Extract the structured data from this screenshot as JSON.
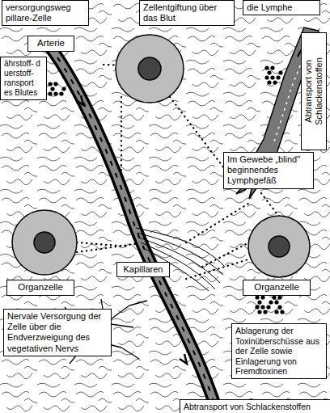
{
  "diagram": {
    "nodes": [
      {
        "text": [
          "versorgungsweg pillare-Zelle"
        ]
      },
      {
        "text": [
          "Zellentgiftung über das Blut"
        ]
      },
      {
        "text": [
          "die Lymphe"
        ]
      },
      {
        "text": [
          "Arterie"
        ]
      },
      {
        "text": [
          "ährstoff- d uerstoff- ransport es Blutes"
        ]
      },
      {
        "text": [
          "Abtransport von Schlackenstoffen"
        ]
      },
      {
        "text": [
          "Im Gewebe „blind\" beginnendes Lymphgefäß"
        ]
      },
      {
        "text": [
          "Kapillaren"
        ]
      },
      {
        "text": [
          "Organzelle"
        ]
      },
      {
        "text": [
          "Organzelle"
        ]
      },
      {
        "text": [
          "Nervale Versorgung der Zelle über die Endverzweigung des vegetativen Nervs"
        ]
      },
      {
        "text": [
          "Ablagerung der Toxinüberschüsse aus der Zelle sowie Einlagerung von Fremdtoxinen"
        ]
      },
      {
        "text": [
          "Abtransport von Schlackenstoffen"
        ]
      }
    ]
  }
}
